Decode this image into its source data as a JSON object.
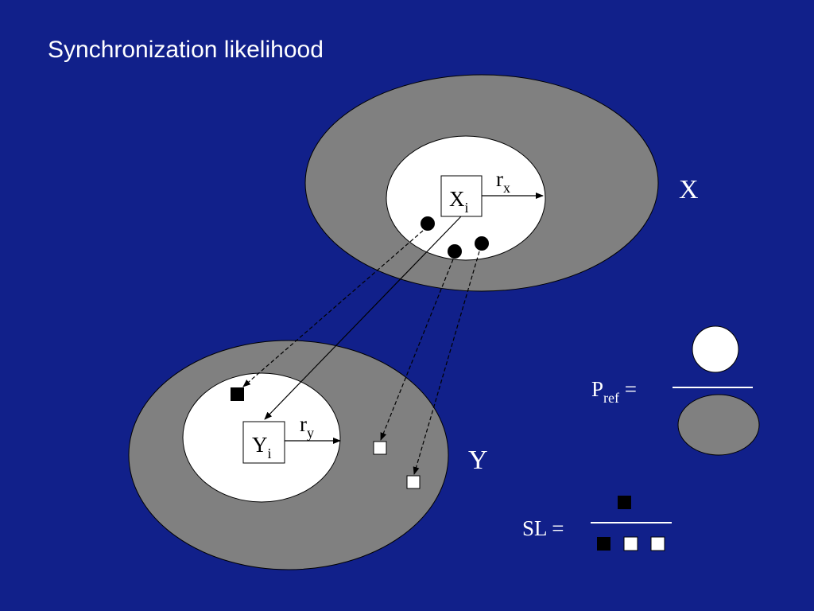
{
  "slide": {
    "title": "Synchronization likelihood",
    "background_color": "#11208a"
  },
  "space_x": {
    "label": "X",
    "point_label": "X",
    "point_subscript": "i",
    "radius_label": "r",
    "radius_subscript": "x"
  },
  "space_y": {
    "label": "Y",
    "point_label": "Y",
    "point_subscript": "i",
    "radius_label": "r",
    "radius_subscript": "y"
  },
  "p_ref": {
    "label": "P",
    "subscript": "ref",
    "equals": " ="
  },
  "sl": {
    "label": "SL ="
  },
  "colors": {
    "outer_region": "#808080",
    "inner_region": "#ffffff",
    "lines": "#000000",
    "text_on_background": "#ffffff",
    "text_on_region": "#000000"
  }
}
